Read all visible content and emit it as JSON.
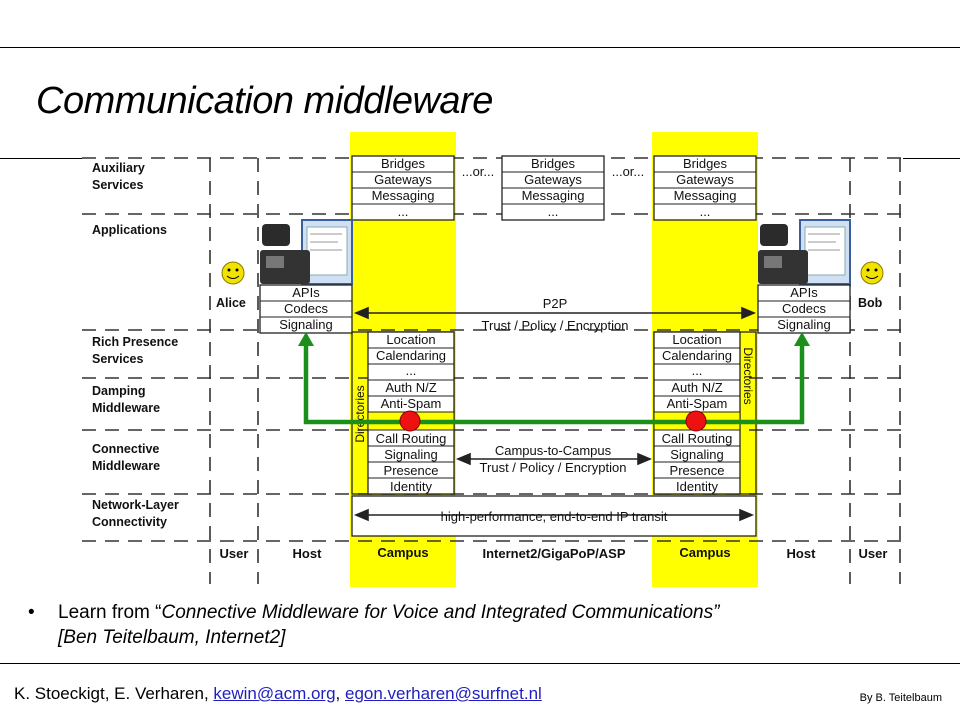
{
  "slide": {
    "title": "Communication middleware",
    "bullet_prefix": "Learn from “",
    "bullet_italic": "Connective Middleware for Voice and Integrated Communications”",
    "bullet_line2": "[Ben Teitelbaum, Internet2]",
    "footer_authors": "K. Stoeckigt, E. Verharen, ",
    "footer_email1": "kewin@acm.org",
    "footer_sep": ", ",
    "footer_email2": "egon.verharen@surfnet.nl",
    "credit": "By B. Teitelbaum"
  },
  "diagram": {
    "layers": [
      {
        "line1": "Auxiliary",
        "line2": "Services"
      },
      {
        "line1": "Applications",
        "line2": ""
      },
      {
        "line1": "Rich Presence",
        "line2": "Services"
      },
      {
        "line1": "Damping",
        "line2": "Middleware"
      },
      {
        "line1": "Connective",
        "line2": "Middleware"
      },
      {
        "line1": "Network-Layer",
        "line2": "Connectivity"
      }
    ],
    "aux_stacks": [
      [
        "Bridges",
        "Gateways",
        "Messaging",
        "..."
      ],
      [
        "Bridges",
        "Gateways",
        "Messaging",
        "..."
      ],
      [
        "Bridges",
        "Gateways",
        "Messaging",
        "..."
      ]
    ],
    "or_label": "...or...",
    "endpoints": [
      {
        "name": "Alice",
        "stack": [
          "APIs",
          "Codecs",
          "Signaling"
        ]
      },
      {
        "name": "Bob",
        "stack": [
          "APIs",
          "Codecs",
          "Signaling"
        ]
      }
    ],
    "campus_stack": [
      "Location",
      "Calendaring",
      "...",
      "Auth N/Z",
      "Anti-Spam",
      "Call Routing",
      "Signaling",
      "Presence",
      "Identity"
    ],
    "directories_label": "Directories",
    "p2p": {
      "line1": "P2P",
      "line2": "Trust / Policy / Encryption"
    },
    "c2c": {
      "line1": "Campus-to-Campus",
      "line2": "Trust / Policy / Encryption"
    },
    "transit": "high-performance, end-to-end IP transit",
    "bottom_labels": [
      "User",
      "Host",
      "Campus",
      "Internet2/GigaPoP/ASP",
      "Campus",
      "Host",
      "User"
    ],
    "colors": {
      "campus": "#ffff00",
      "arrow": "#1a8f1a",
      "routing_dot": "#ee1111",
      "smiley": "#f2e200"
    }
  }
}
